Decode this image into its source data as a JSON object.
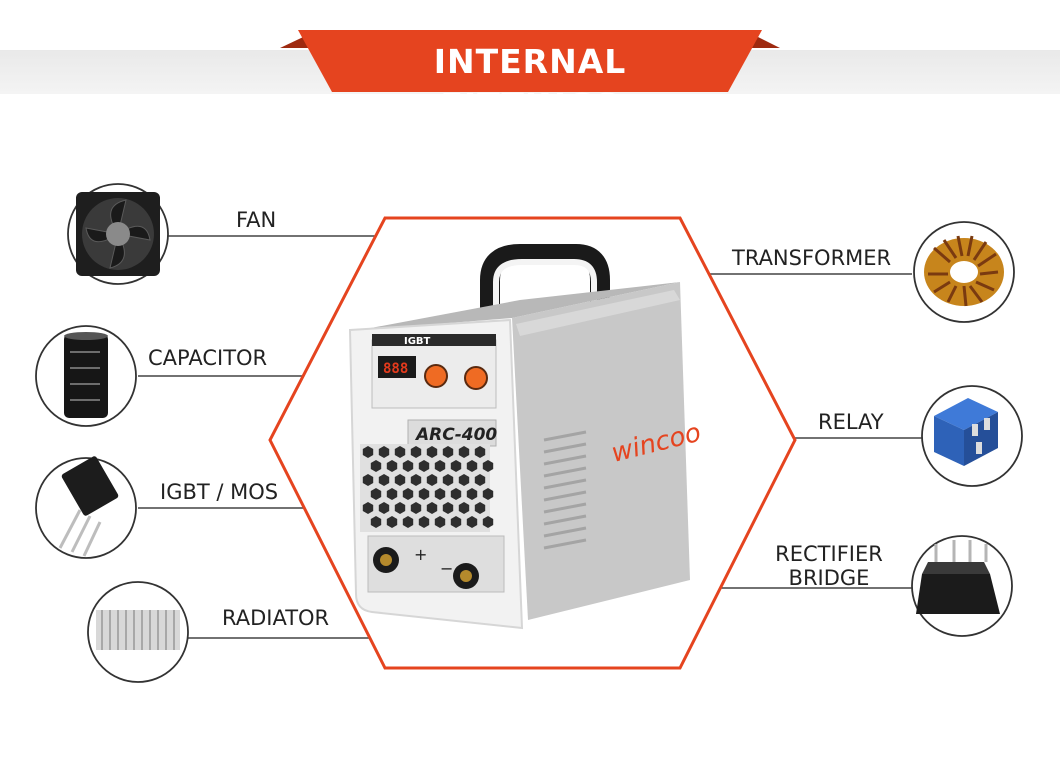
{
  "banner": {
    "title": "INTERNAL   FITTINGS"
  },
  "components": {
    "fan": "FAN",
    "capacitor": "CAPACITOR",
    "igbt": "IGBT / MOS",
    "radiator": "RADIATOR",
    "transformer": "TRANSFORMER",
    "relay": "RELAY",
    "rectifier_line1": "RECTIFIER",
    "rectifier_line2": "BRIDGE"
  },
  "machine": {
    "panel_badge": "IGBT",
    "model": "ARC-400",
    "brand": "wincoo",
    "display": "888",
    "plus": "+",
    "minus": "−"
  },
  "colors": {
    "accent": "#e5441f",
    "accent_dark": "#c83714",
    "line": "#444444"
  }
}
